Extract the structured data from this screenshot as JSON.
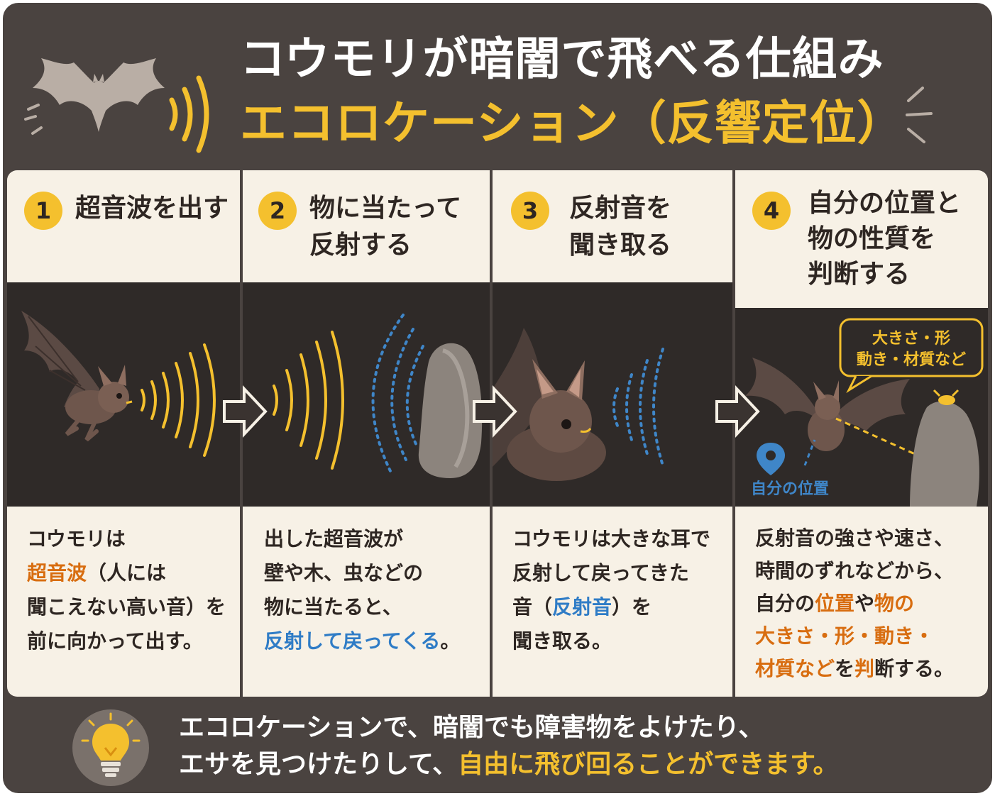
{
  "header": {
    "title": "コウモリが暗闇で飛べる仕組み",
    "subtitle": "エコロケーション（反響定位）"
  },
  "steps": [
    {
      "number": "1",
      "title_lines": [
        "超音波を出す"
      ],
      "desc": [
        [
          "コウモリは"
        ],
        [
          {
            "t": "超音波",
            "h": "orange"
          },
          "（人には"
        ],
        [
          "聞こえない高い音）を"
        ],
        [
          "前に向かって出す。"
        ]
      ]
    },
    {
      "number": "2",
      "title_lines": [
        "物に当たって",
        "反射する"
      ],
      "desc": [
        [
          "出した超音波が"
        ],
        [
          "壁や木、虫などの"
        ],
        [
          "物に当たると、"
        ],
        [
          {
            "t": "反射して戻ってくる",
            "h": "blue"
          },
          "。"
        ]
      ]
    },
    {
      "number": "3",
      "title_lines": [
        "反射音を",
        "聞き取る"
      ],
      "desc": [
        [
          "コウモリは大きな耳で"
        ],
        [
          "反射して戻ってきた"
        ],
        [
          "音（",
          {
            "t": "反射音",
            "h": "blue"
          },
          "）を"
        ],
        [
          "聞き取る。"
        ]
      ]
    },
    {
      "number": "4",
      "title_lines": [
        "自分の位置と",
        "物の性質を",
        "判断する"
      ],
      "desc": [
        [
          "反射音の強さや速さ、"
        ],
        [
          "時間のずれなどから、"
        ],
        [
          "自分の",
          {
            "t": "位置",
            "h": "orange"
          },
          "や",
          {
            "t": "物の",
            "h": "orange"
          }
        ],
        [
          {
            "t": "大きさ・形・動き・",
            "h": "orange"
          }
        ],
        [
          {
            "t": "材質など",
            "h": "orange"
          },
          "を",
          {
            "t": "判",
            "h": "orange"
          },
          "断する。"
        ]
      ]
    }
  ],
  "illustration": {
    "bubble_lines": [
      "大きさ・形",
      "動き・材質など"
    ],
    "position_label": "自分の位置"
  },
  "footer": {
    "line1": "エコロケーションで、暗闇でも障害物をよけたり、",
    "line2_plain": "エサを見つけたりして、",
    "line2_highlight": "自由に飛び回ることができます。"
  },
  "colors": {
    "background": "#4a4340",
    "panel": "#f7f1e6",
    "accent_yellow": "#f4c02e",
    "highlight_orange": "#d86d10",
    "highlight_blue": "#2f7cc6",
    "scene": "#2f2a28"
  },
  "icons": [
    "bat-icon",
    "sound-wave-icon",
    "arrow-right-icon",
    "location-pin-icon",
    "lightbulb-icon"
  ]
}
